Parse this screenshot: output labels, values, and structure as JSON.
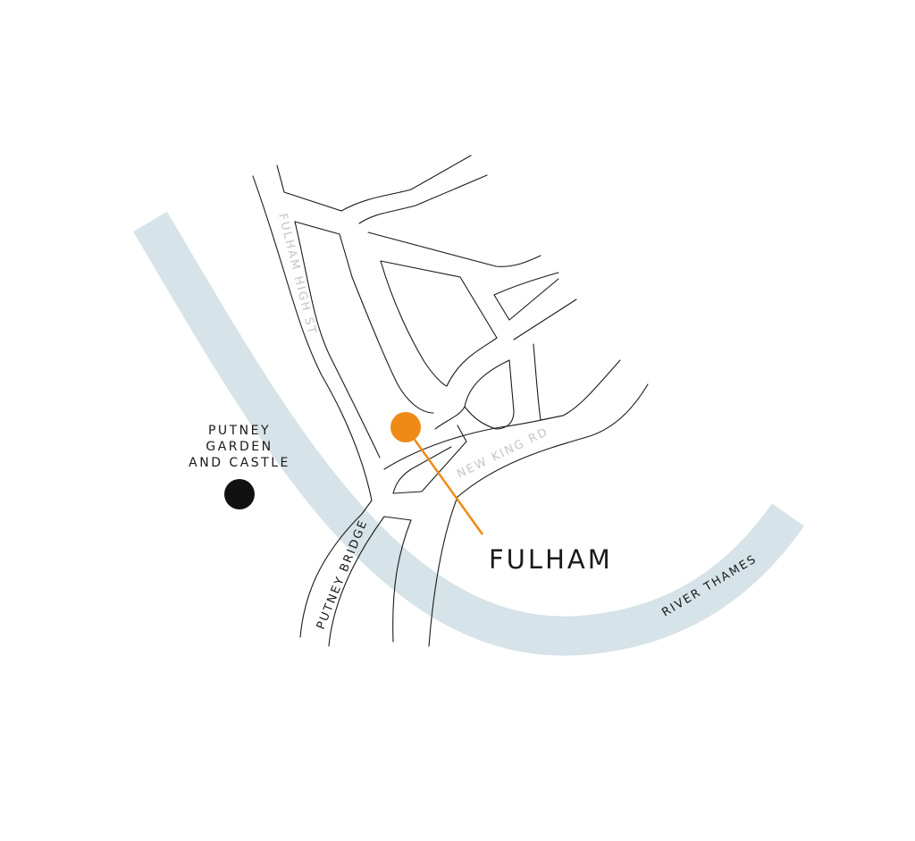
{
  "map": {
    "area_label": "FULHAM",
    "place_label_lines": [
      "PUTNEY",
      "GARDEN",
      "AND CASTLE"
    ],
    "streets": {
      "fulham_high_st": "FULHAM HIGH ST",
      "new_king_rd": "NEW KING RD",
      "putney_bridge": "PUTNEY BRIDGE"
    },
    "river_label": "RIVER THAMES",
    "colors": {
      "river": "#d6e3e8",
      "street_line": "#1a1a1a",
      "street_label": "#c4c4c4",
      "marker": "#ef8a17",
      "place_dot": "#111111",
      "text": "#1a1a1a"
    },
    "icons": {
      "location_marker": "orange-pin-icon",
      "place_dot": "black-dot-icon"
    }
  }
}
